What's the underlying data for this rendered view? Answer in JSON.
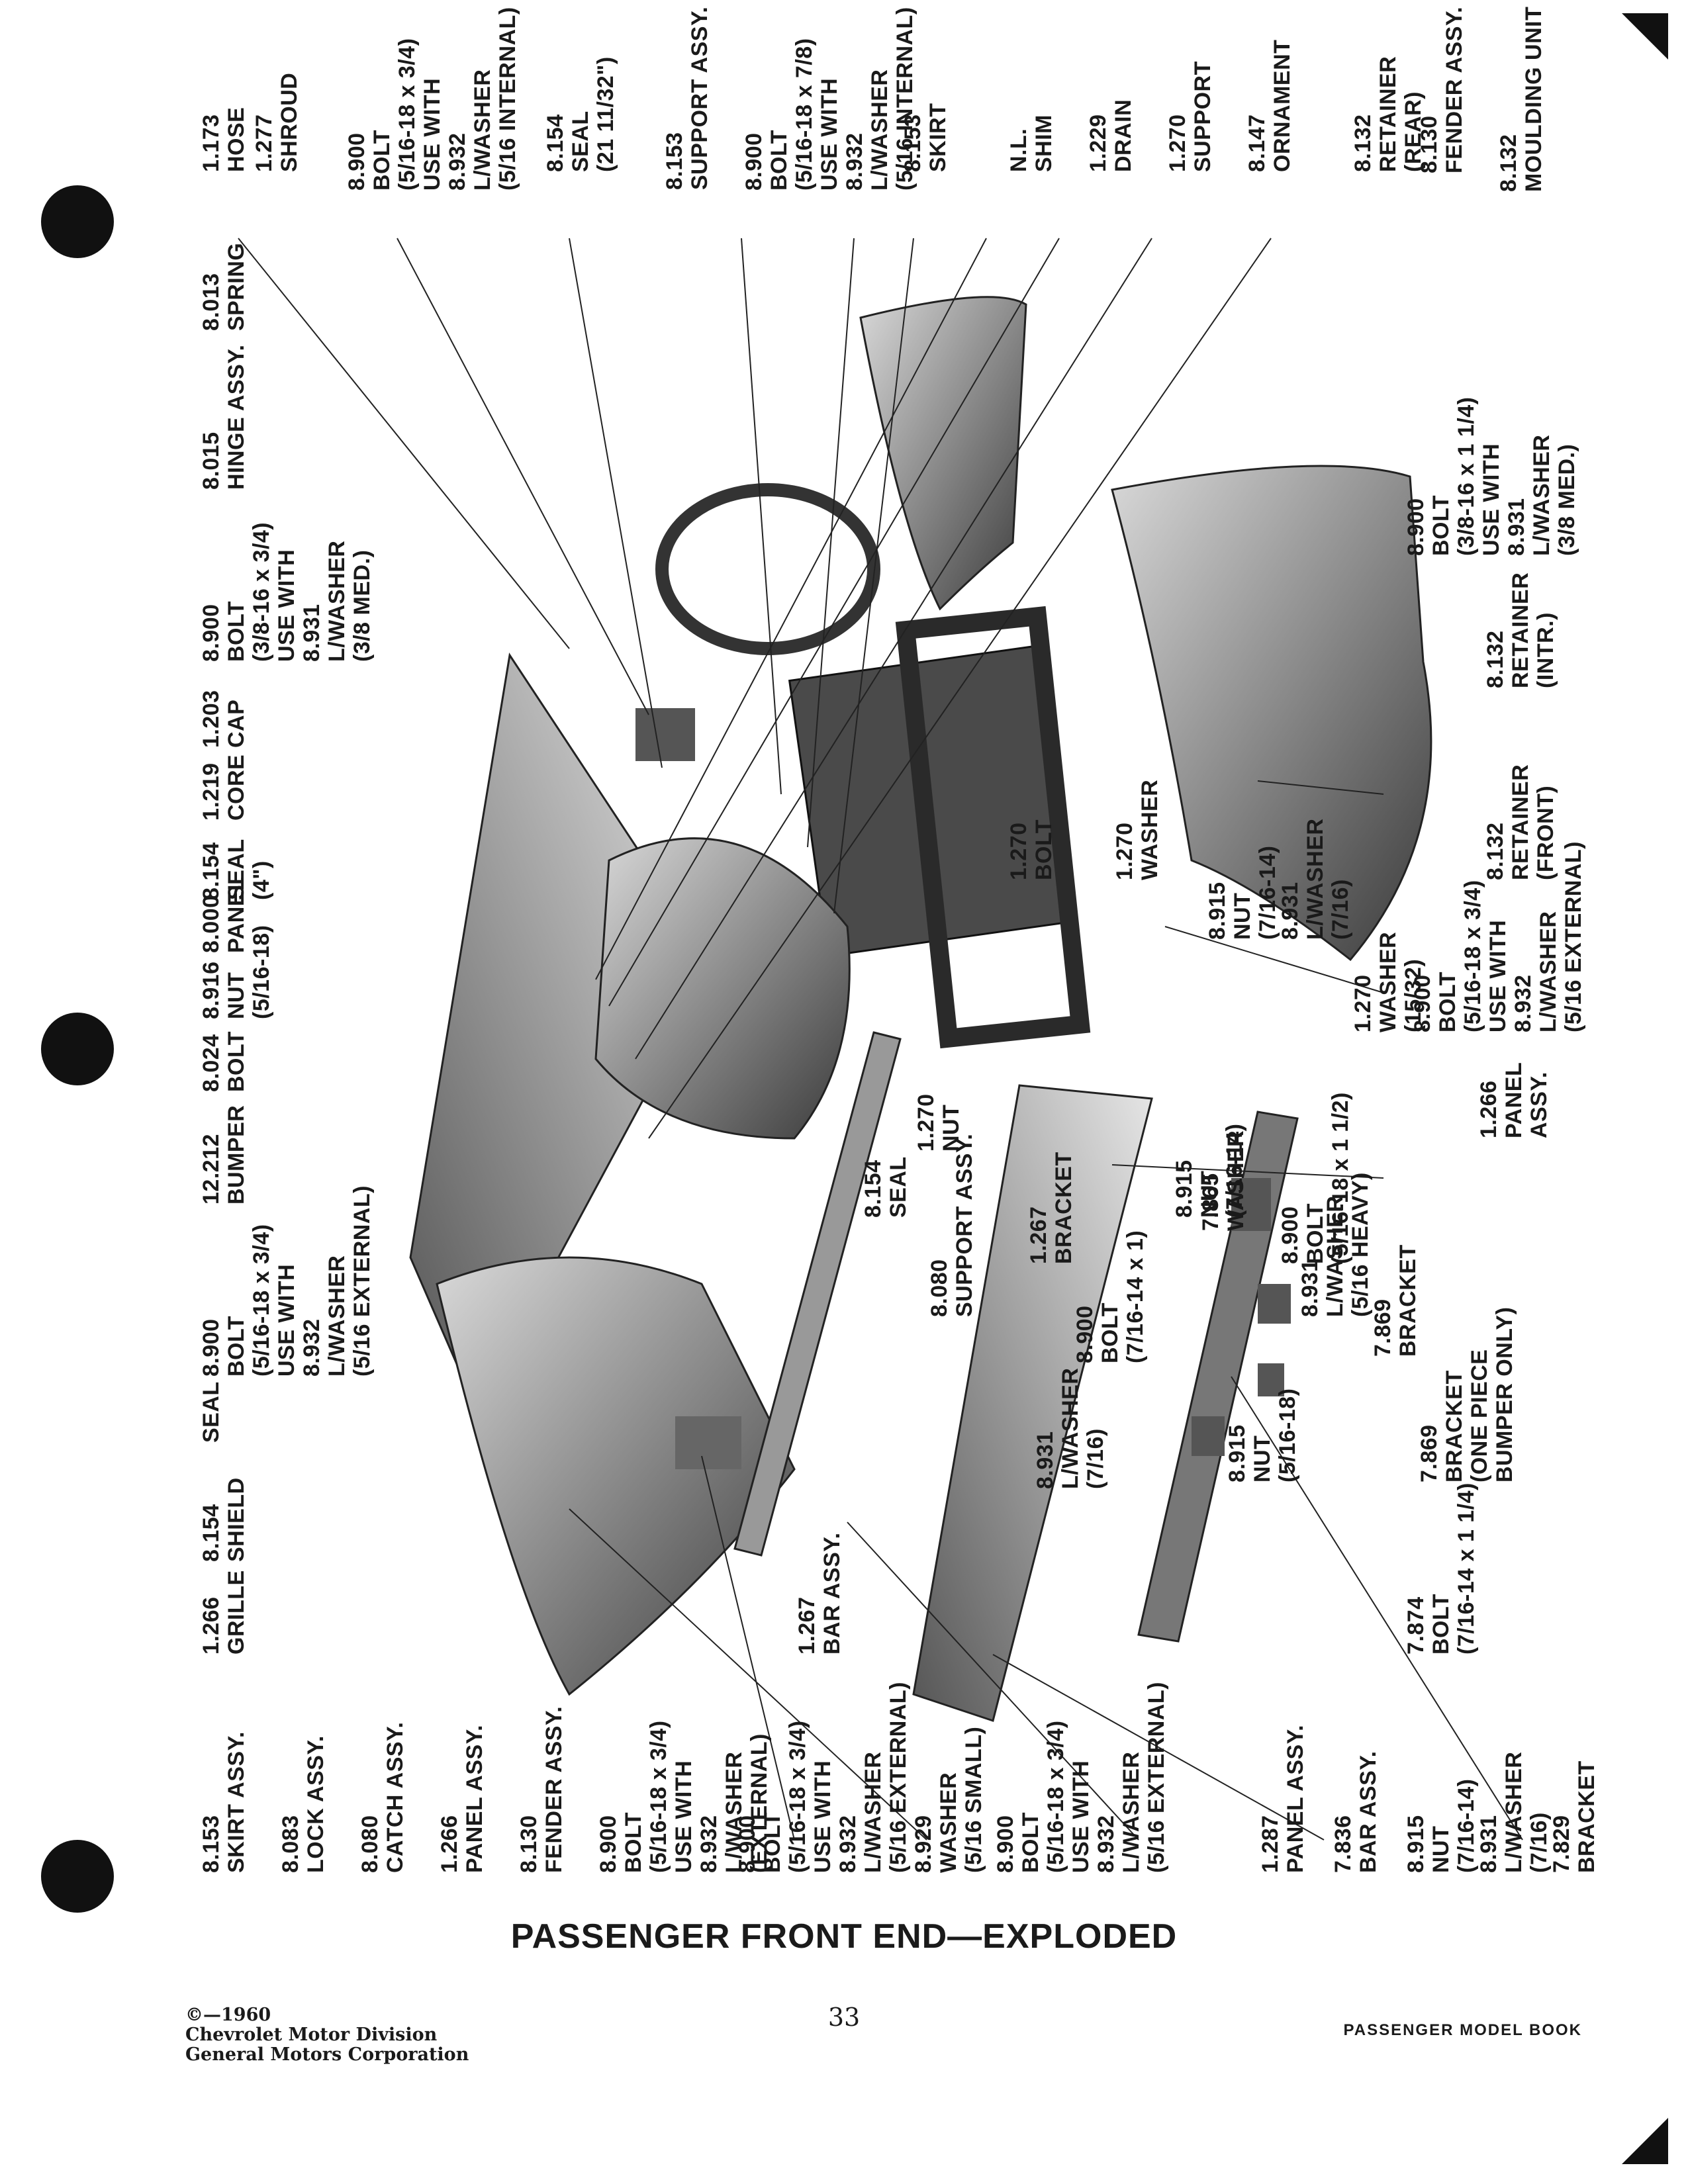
{
  "callouts_top": [
    {
      "text": "8.013\nSPRING"
    },
    {
      "text": "8.015\nHINGE ASSY."
    },
    {
      "text": "8.900\nBOLT\n(3/8-16 x 3/4)\nUSE WITH\n8.931\nL/WASHER\n(3/8 MED.)"
    },
    {
      "text": "1.203\nCAP"
    },
    {
      "text": "1.219\nCORE"
    },
    {
      "text": "8.154\nSEAL\n(4\")"
    },
    {
      "text": "8.000\nPANEL"
    },
    {
      "text": "8.916\nNUT\n(5/16-18)"
    },
    {
      "text": "8.024\nBOLT"
    },
    {
      "text": "12.212\nBUMPER"
    },
    {
      "text": "8.900\nBOLT\n(5/16-18 x 3/4)\nUSE WITH\n8.932\nL/WASHER\n(5/16 EXTERNAL)"
    },
    {
      "text": "SEAL"
    },
    {
      "text": "8.154\nSHIELD"
    },
    {
      "text": "1.266\nGRILLE"
    }
  ],
  "callouts_upper": [
    {
      "text": "1.173\nHOSE"
    },
    {
      "text": "1.277\nSHROUD"
    },
    {
      "text": "8.900\nBOLT\n(5/16-18 x 3/4)\nUSE WITH\n8.932\nL/WASHER\n(5/16 INTERNAL)"
    },
    {
      "text": "8.154\nSEAL\n(21 11/32\")"
    },
    {
      "text": "8.153\nSUPPORT ASSY."
    },
    {
      "text": "8.900\nBOLT\n(5/16-18 x 7/8)\nUSE WITH\n8.932\nL/WASHER\n(5/16 INTERNAL)"
    },
    {
      "text": "8.153\nSKIRT"
    },
    {
      "text": "N.L.\nSHIM"
    },
    {
      "text": "1.229\nDRAIN"
    },
    {
      "text": "1.270\nSUPPORT"
    },
    {
      "text": "8.147\nORNAMENT"
    },
    {
      "text": "8.132\nRETAINER\n(REAR)"
    },
    {
      "text": "8.130\nFENDER ASSY."
    },
    {
      "text": "8.132\nMOULDING UNIT"
    }
  ],
  "callouts_right": [
    {
      "text": "8.900\nBOLT\n(3/8-16 x 1 1/4)\nUSE WITH\n8.931\nL/WASHER\n(3/8 MED.)"
    },
    {
      "text": "8.132\nRETAINER\n(INTR.)"
    },
    {
      "text": "8.132\nRETAINER\n(FRONT)"
    },
    {
      "text": "1.270\nBOLT"
    },
    {
      "text": "1.270\nWASHER"
    },
    {
      "text": "8.915\nNUT\n(7/16-14)"
    },
    {
      "text": "8.931\nL/WASHER\n(7/16)"
    },
    {
      "text": "1.270\nWASHER\n(15/32)"
    },
    {
      "text": "8.900\nBOLT\n(5/16-18 x 3/4)\nUSE WITH\n8.932\nL/WASHER\n(5/16 EXTERNAL)"
    },
    {
      "text": "1.266\nPANEL\nASSY."
    },
    {
      "text": "1.270\nNUT"
    },
    {
      "text": "8.154\nSEAL"
    }
  ],
  "callouts_middle": [
    {
      "text": "1.267\nBRACKET"
    },
    {
      "text": "8.915\nNUT\n(7/16-14)"
    },
    {
      "text": "7.865\nWASHER"
    },
    {
      "text": "8.900\nBOLT\n(5/16-18 x 1 1/2)"
    },
    {
      "text": "8.931\nL/WASHER\n(5/16 HEAVY)"
    },
    {
      "text": "8.080\nSUPPORT ASSY."
    },
    {
      "text": "8.900\nBOLT\n(7/16-14 x 1)"
    },
    {
      "text": "7.869\nBRACKET"
    },
    {
      "text": "7.869\nBRACKET\n(ONE PIECE\nBUMPER ONLY)"
    },
    {
      "text": "8.931\nL/WASHER\n(7/16)"
    },
    {
      "text": "8.915\nNUT\n(5/16-18)"
    },
    {
      "text": "1.267\nBAR ASSY."
    },
    {
      "text": "7.874\nBOLT\n(7/16-14 x 1 1/4)"
    }
  ],
  "callouts_bottom": [
    {
      "text": "8.153\nSKIRT ASSY."
    },
    {
      "text": "8.083\nLOCK ASSY."
    },
    {
      "text": "8.080\nCATCH ASSY."
    },
    {
      "text": "1.266\nPANEL ASSY."
    },
    {
      "text": "8.130\nFENDER ASSY."
    },
    {
      "text": "8.900\nBOLT\n(5/16-18 x 3/4)\nUSE WITH\n8.932\nL/WASHER\n(EXTERNAL)"
    },
    {
      "text": "8.900\nBOLT\n(5/16-18 x 3/4)\nUSE WITH\n8.932\nL/WASHER\n(5/16 EXTERNAL)\n8.929\nWASHER\n(5/16 SMALL)"
    },
    {
      "text": "8.900\nBOLT\n(5/16-18 x 3/4)\nUSE WITH\n8.932\nL/WASHER\n(5/16 EXTERNAL)"
    },
    {
      "text": "1.287\nPANEL ASSY."
    },
    {
      "text": "7.836\nBAR ASSY."
    },
    {
      "text": "8.915\nNUT\n(7/16-14)"
    },
    {
      "text": "8.931\nL/WASHER\n(7/16)"
    },
    {
      "text": "7.829\nBRACKET"
    }
  ],
  "caption": "PASSENGER FRONT END—EXPLODED",
  "footer": {
    "copyright": "©—1960",
    "division": "Chevrolet Motor Division",
    "corporation": "General Motors Corporation",
    "page_number": "33",
    "book_title": "PASSENGER MODEL BOOK"
  }
}
